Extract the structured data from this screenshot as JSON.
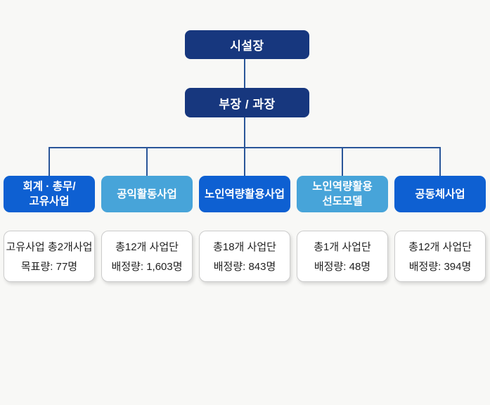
{
  "page": {
    "background_color": "#f8f8f6"
  },
  "colors": {
    "navy_box": "#17377e",
    "blue_box": "#0e60d2",
    "light_blue_box": "#47a4d9",
    "connector_line": "#2a5699",
    "card_border": "#cccccc",
    "card_text": "#222222",
    "box_text": "#ffffff"
  },
  "org_chart": {
    "director": {
      "label": "시설장"
    },
    "manager": {
      "label": "부장 / 과장"
    },
    "departments": [
      {
        "label": "회계 · 총무/\n고유사업",
        "color": "#0e60d2",
        "summary_line1": "고유사업 총2개사업",
        "summary_line2": "목표량: 77명"
      },
      {
        "label": "공익활동사업",
        "color": "#47a4d9",
        "summary_line1": "총12개 사업단",
        "summary_line2": "배정량: 1,603명"
      },
      {
        "label": "노인역량활용사업",
        "color": "#0e60d2",
        "summary_line1": "총18개 사업단",
        "summary_line2": "배정량: 843명"
      },
      {
        "label": "노인역량활용\n선도모델",
        "color": "#47a4d9",
        "summary_line1": "총1개 사업단",
        "summary_line2": "배정량: 48명"
      },
      {
        "label": "공동체사업",
        "color": "#0e60d2",
        "summary_line1": "총12개 사업단",
        "summary_line2": "배정량: 394명"
      }
    ]
  }
}
